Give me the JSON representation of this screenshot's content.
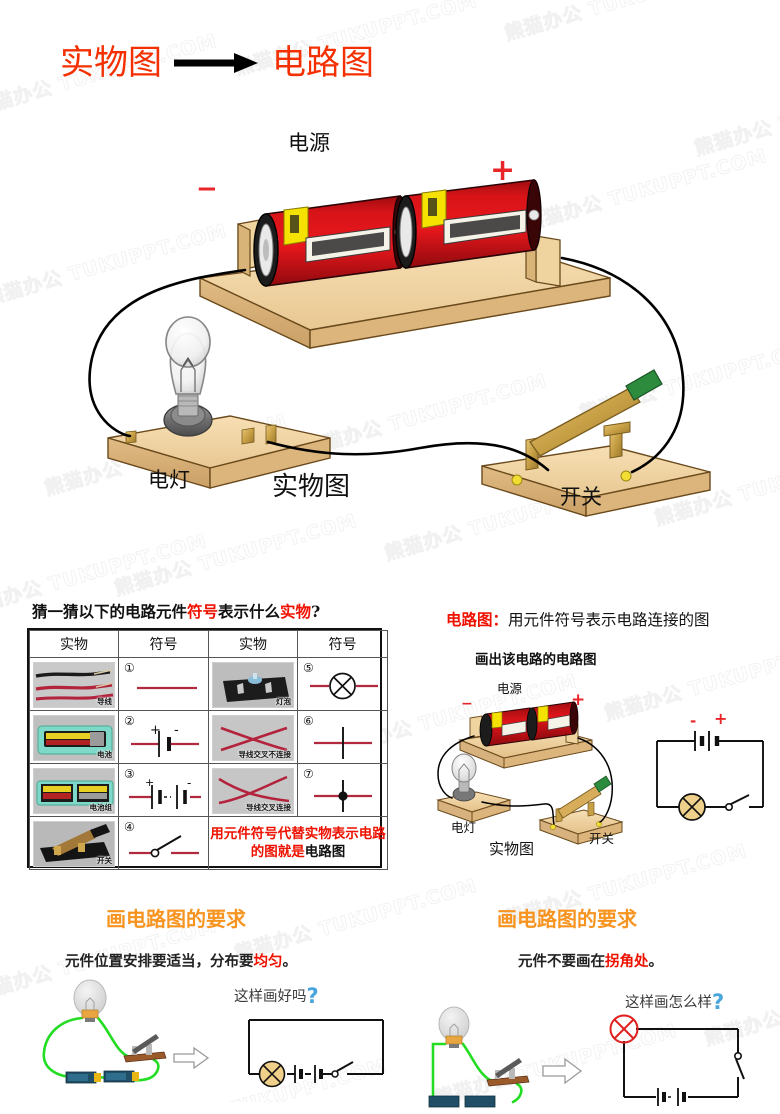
{
  "title": {
    "left": "实物图",
    "right": "电路图",
    "arrow_icon": "right-arrow-icon",
    "color": "#f43000"
  },
  "hero": {
    "source_label": "电源",
    "minus_sign": "−",
    "plus_sign": "+",
    "lamp_label": "电灯",
    "switch_label": "开关",
    "caption": "实物图"
  },
  "quiz": {
    "heading_parts": [
      {
        "text": "猜一猜以下的电路元件",
        "highlight": false
      },
      {
        "text": "符号",
        "highlight": true
      },
      {
        "text": "表示什么",
        "highlight": false
      },
      {
        "text": "实物",
        "highlight": true
      },
      {
        "text": "?",
        "highlight": false
      }
    ],
    "columns": [
      "实物",
      "符号",
      "实物",
      "符号"
    ],
    "rows": [
      {
        "left_object": "导线",
        "left_number": "①",
        "left_symbol": "plain-wire-symbol",
        "right_object": "灯泡",
        "right_number": "⑤",
        "right_symbol": "lamp-symbol"
      },
      {
        "left_object": "电池",
        "left_number": "②",
        "left_symbol": "single-cell-symbol",
        "left_symbol_plus": "+",
        "left_symbol_minus": "-",
        "right_object": "导线交叉不连接",
        "right_number": "⑥",
        "right_symbol": "wires-crossing-not-connected-symbol"
      },
      {
        "left_object": "电池组",
        "left_number": "③",
        "left_symbol": "battery-pack-symbol",
        "left_symbol_plus": "+",
        "left_symbol_minus": "-",
        "right_object": "导线交叉连接",
        "right_number": "⑦",
        "right_symbol": "wires-crossing-connected-symbol"
      },
      {
        "left_object": "开关",
        "left_number": "④",
        "left_symbol": "switch-symbol",
        "note_red": "用元件符号代替实物表示电路的图就是",
        "note_black": "电路图"
      }
    ]
  },
  "definition": {
    "term": "电路图",
    "colon": "：",
    "text": "用元件符号表示电路连接的图",
    "subtask": "画出该电路的电路图",
    "photo": {
      "source_label": "电源",
      "minus_sign": "−",
      "plus_sign": "+",
      "lamp_label": "电灯",
      "switch_label": "开关",
      "caption": "实物图"
    },
    "schematic": {
      "minus_sign": "-",
      "plus_sign": "+",
      "lamp_icon": "lamp-symbol",
      "switch_icon": "switch-symbol",
      "battery_icon": "battery-symbol"
    }
  },
  "rule_left": {
    "heading": "画电路图的要求",
    "body_parts": [
      {
        "text": "元件位置安排要适当，分布要",
        "highlight": false
      },
      {
        "text": "均匀",
        "highlight": true
      },
      {
        "text": "。",
        "highlight": false
      }
    ],
    "question": "这样画好吗",
    "question_mark": "?",
    "arrow_icon": "hollow-right-arrow-icon",
    "schematic": {
      "lamp_icon": "lamp-symbol",
      "battery_icon": "battery-pack-symbol",
      "switch_icon": "switch-symbol"
    }
  },
  "rule_right": {
    "heading": "画电路图的要求",
    "body_parts": [
      {
        "text": "元件不要画在",
        "highlight": false
      },
      {
        "text": "拐角处",
        "highlight": true
      },
      {
        "text": "。",
        "highlight": false
      }
    ],
    "question": "这样画怎么样",
    "question_mark": "?",
    "arrow_icon": "hollow-right-arrow-icon",
    "schematic": {
      "lamp_icon": "lamp-symbol",
      "battery_icon": "battery-pack-symbol",
      "switch_icon": "switch-symbol"
    }
  },
  "watermark": {
    "text": "熊猫办公 TUKUPPT.COM"
  },
  "colors": {
    "title_red": "#f43000",
    "accent_red": "#ee1100",
    "heading_orange": "#f79420",
    "question_blue": "#49a6dd",
    "wire_green": "#22dd22",
    "symbol_red": "#b0293f",
    "lamp_fill": "#efd08a"
  }
}
